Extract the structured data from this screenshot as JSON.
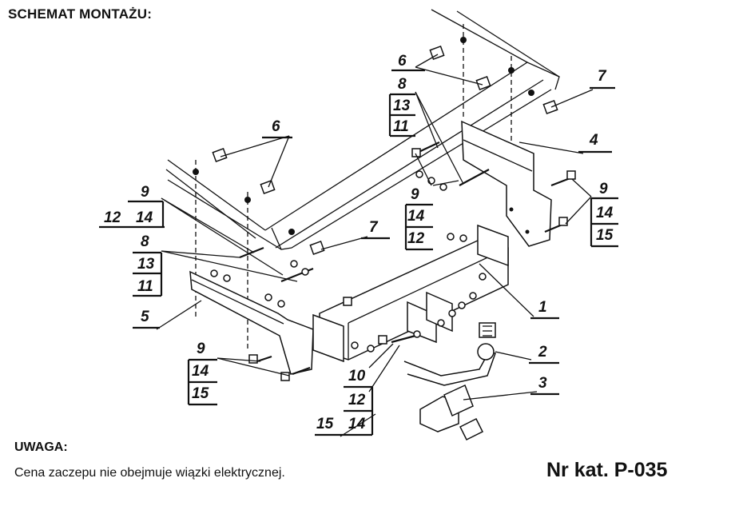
{
  "header": {
    "title": "SCHEMAT MONTAŻU:"
  },
  "note": {
    "heading": "UWAGA:",
    "text": "Cena zaczepu nie obejmuje wiązki elektrycznej."
  },
  "catalog_number": "Nr kat. P-035",
  "diagram": {
    "labels": {
      "l6a": "6",
      "l8a": "8",
      "l13a": "13",
      "l11a": "11",
      "l7a": "7",
      "l4": "4",
      "l6b": "6",
      "l9a": "9",
      "l12a": "12",
      "l14a": "14",
      "l8b": "8",
      "l13b": "13",
      "l11b": "11",
      "l5": "5",
      "l7b": "7",
      "l9b": "9",
      "l14b": "14",
      "l12b": "12",
      "l9c": "9",
      "l14c": "14",
      "l15c": "15",
      "l1": "1",
      "l2": "2",
      "l3": "3",
      "l9d": "9",
      "l14d": "14",
      "l15d": "15",
      "l10": "10",
      "l12c": "12",
      "l15e": "15",
      "l14e": "14"
    }
  }
}
